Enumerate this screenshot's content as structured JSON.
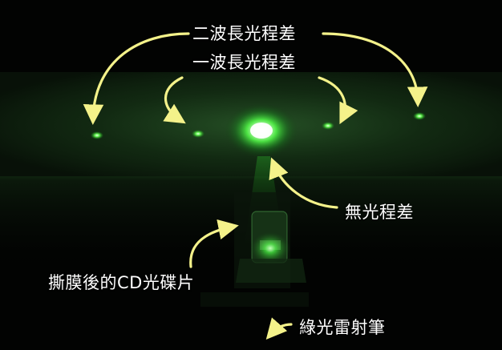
{
  "labels": {
    "two_wavelength": "二波長光程差",
    "one_wavelength": "一波長光程差",
    "no_path_difference": "無光程差",
    "peeled_cd": "撕膜後的CD光碟片",
    "green_laser_pointer": "綠光雷射筆"
  },
  "colors": {
    "laser_green": "#39ff3a",
    "arrow_yellow": "#f4f28a",
    "wall_glow": "#1f4a1f",
    "background": "#020302"
  }
}
